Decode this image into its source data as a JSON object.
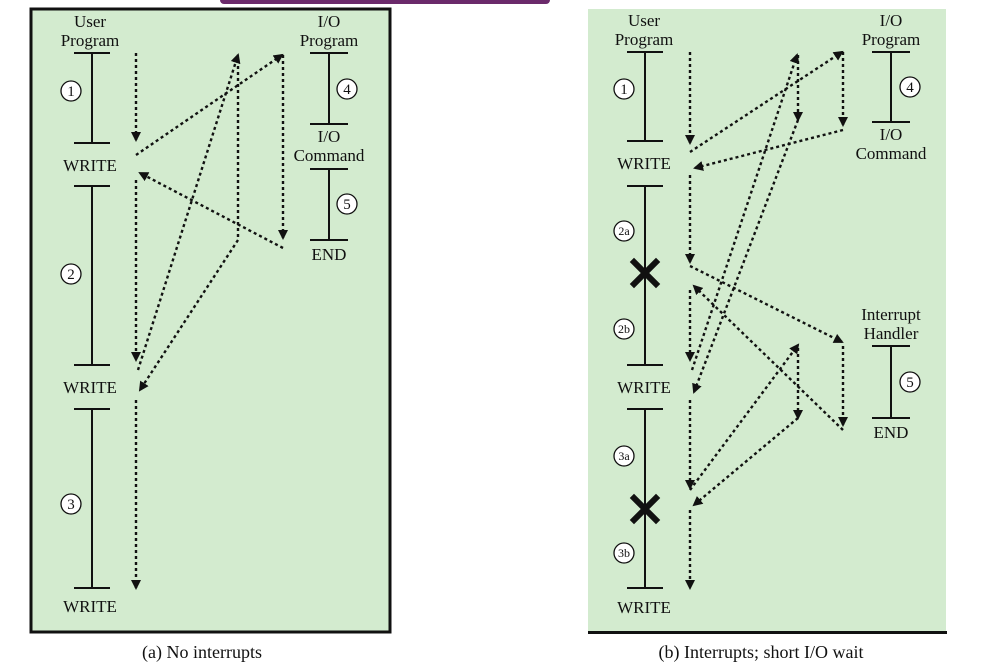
{
  "panel_a": {
    "caption": "(a) No interrupts",
    "user_program": [
      "User",
      "Program"
    ],
    "io_program": [
      "I/O",
      "Program"
    ],
    "io_command": [
      "I/O",
      "Command"
    ],
    "end": "END",
    "write": "WRITE",
    "steps": [
      "1",
      "2",
      "3",
      "4",
      "5"
    ]
  },
  "panel_b": {
    "caption": "(b) Interrupts; short I/O wait",
    "user_program": [
      "User",
      "Program"
    ],
    "io_program": [
      "I/O",
      "Program"
    ],
    "io_command": [
      "I/O",
      "Command"
    ],
    "interrupt_handler": [
      "Interrupt",
      "Handler"
    ],
    "end": "END",
    "write": "WRITE",
    "steps": [
      "1",
      "2a",
      "2b",
      "3a",
      "3b",
      "4",
      "5"
    ]
  },
  "colors": {
    "panel_fill": "#d3ebcf",
    "ink": "#111111",
    "accent_bar": "#6b2a6b"
  }
}
